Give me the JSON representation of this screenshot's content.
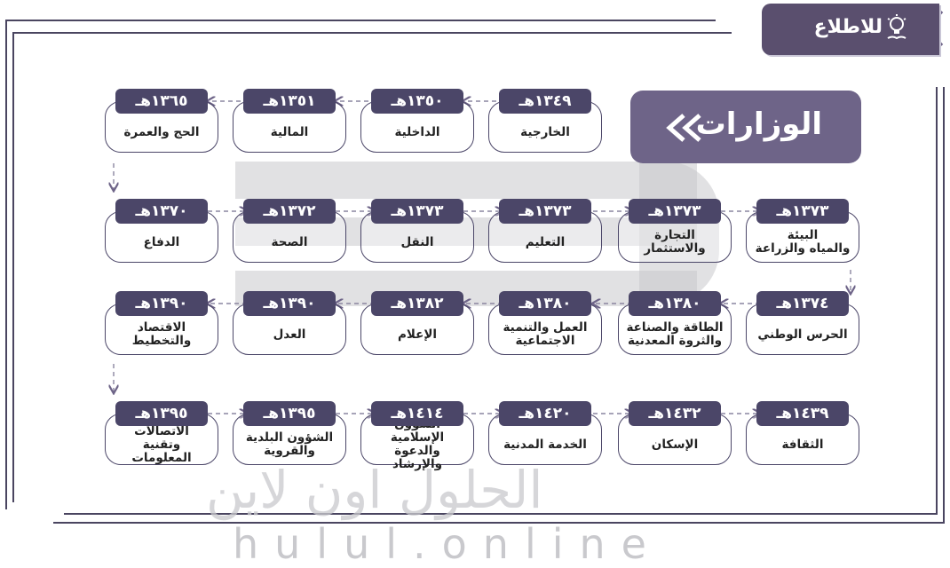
{
  "info_badge": {
    "label": "للاطلاع",
    "icon": "lightbulb-book-icon"
  },
  "title": {
    "text": "الوزارات",
    "icon": "double-chevron-left-icon"
  },
  "watermark": {
    "arabic": "الحلول اون لاين",
    "latin": "hulul.online"
  },
  "ministries": [
    {
      "year": "١٣٤٩هـ",
      "name": "الخارجية"
    },
    {
      "year": "١٣٥٠هـ",
      "name": "الداخلية"
    },
    {
      "year": "١٣٥١هـ",
      "name": "المالية"
    },
    {
      "year": "١٣٦٥هـ",
      "name": "الحج والعمرة"
    },
    {
      "year": "١٣٧٠هـ",
      "name": "الدفاع"
    },
    {
      "year": "١٣٧٢هـ",
      "name": "الصحة"
    },
    {
      "year": "١٣٧٣هـ",
      "name": "النقل"
    },
    {
      "year": "١٣٧٣هـ",
      "name": "التعليم"
    },
    {
      "year": "١٣٧٣هـ",
      "name": "التجارة والاستثمار"
    },
    {
      "year": "١٣٧٣هـ",
      "name": "البيئة\nوالمياه والزراعة"
    },
    {
      "year": "١٣٧٤هـ",
      "name": "الحرس الوطني"
    },
    {
      "year": "١٣٨٠هـ",
      "name": "الطاقة والصناعة\nوالثروة المعدنية"
    },
    {
      "year": "١٣٨٠هـ",
      "name": "العمل والتنمية\nالاجتماعية"
    },
    {
      "year": "١٣٨٢هـ",
      "name": "الإعلام"
    },
    {
      "year": "١٣٩٠هـ",
      "name": "العدل"
    },
    {
      "year": "١٣٩٠هـ",
      "name": "الاقتصاد\nوالتخطيط"
    },
    {
      "year": "١٣٩٥هـ",
      "name": "الاتصالات\nوتقنية المعلومات"
    },
    {
      "year": "١٣٩٥هـ",
      "name": "الشؤون البلدية\nوالقروية"
    },
    {
      "year": "١٤١٤هـ",
      "name": "الشؤون الإسلامية\nوالدعوة والإرشاد"
    },
    {
      "year": "١٤٢٠هـ",
      "name": "الخدمة المدنية"
    },
    {
      "year": "١٤٣٢هـ",
      "name": "الإسكان"
    },
    {
      "year": "١٤٣٩هـ",
      "name": "الثقافة"
    }
  ]
}
